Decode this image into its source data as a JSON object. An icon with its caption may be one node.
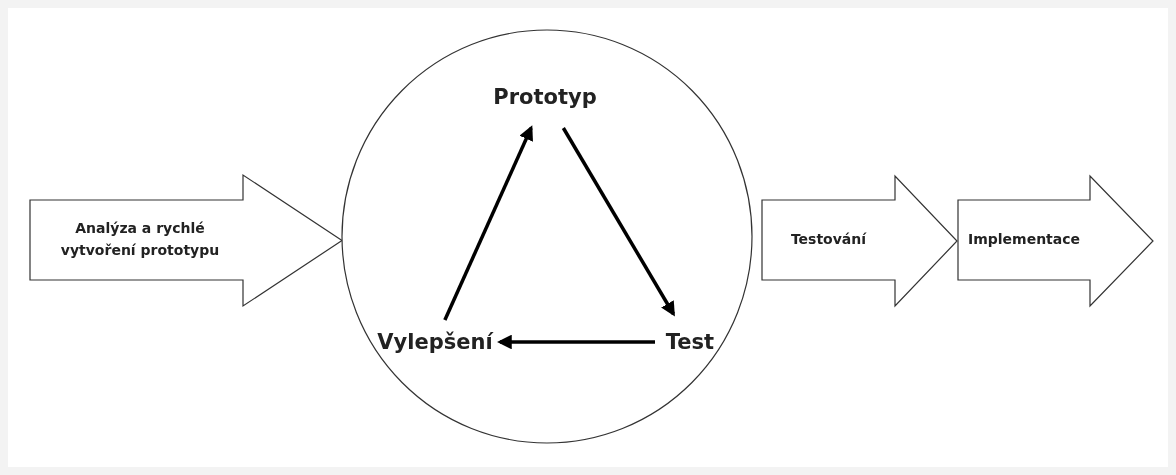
{
  "diagram": {
    "nodes": [
      {
        "text": [
          "Analýza a rychlé vytvoření prototypu"
        ]
      },
      {
        "text": [],
        "shape": "circle"
      },
      {
        "text": [
          "Prototyp"
        ],
        "in": 1
      },
      {
        "text": [
          "Test"
        ],
        "in": 1
      },
      {
        "text": [
          "Vylepšení"
        ],
        "in": 1
      },
      {
        "text": [
          "Testování"
        ]
      },
      {
        "text": [
          "Implementace"
        ]
      }
    ],
    "edges": [
      {
        "from": 4,
        "to": 2,
        "arrow": "to"
      },
      {
        "from": 2,
        "to": 3,
        "arrow": "to"
      },
      {
        "from": 3,
        "to": 4,
        "arrow": "to"
      }
    ]
  }
}
